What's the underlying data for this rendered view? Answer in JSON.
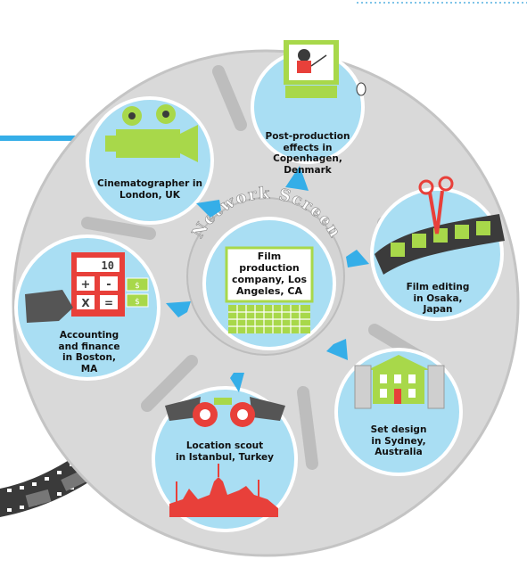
{
  "ring_title": "Network Screen",
  "center": {
    "lines": [
      "Film",
      "production",
      "company, Los",
      "Angeles, CA"
    ]
  },
  "nodes": [
    {
      "id": "post-production",
      "lines": [
        "Post-production",
        "effects in",
        "Copenhagen,",
        "Denmark"
      ]
    },
    {
      "id": "cinematographer",
      "lines": [
        "Cinematographer in",
        "London, UK"
      ]
    },
    {
      "id": "film-editing",
      "lines": [
        "Film editing",
        "in Osaka,",
        "Japan"
      ]
    },
    {
      "id": "accounting",
      "lines": [
        "Accounting",
        "and finance",
        "in Boston,",
        "MA"
      ]
    },
    {
      "id": "set-design",
      "lines": [
        "Set design",
        "in Sydney,",
        "Australia"
      ]
    },
    {
      "id": "location-scout",
      "lines": [
        "Location scout",
        "in Istanbul, Turkey"
      ]
    }
  ],
  "calculator": {
    "display": "10",
    "keys": [
      "+",
      "-",
      "X",
      "="
    ]
  },
  "money_symbol": "$",
  "colors": {
    "reel": "#d9d9d9",
    "reel_stroke": "#b3b3b3",
    "bubble": "#a9def3",
    "bubble_stroke": "#ffffff",
    "arrow": "#35aee8",
    "green": "#a8d84a",
    "red": "#e8403a",
    "dark": "#3b3b3b"
  },
  "icons": [
    "monitor-icon",
    "film-camera-icon",
    "scissors-icon",
    "calculator-icon",
    "house-icon",
    "binoculars-icon",
    "film-strip-icon"
  ]
}
